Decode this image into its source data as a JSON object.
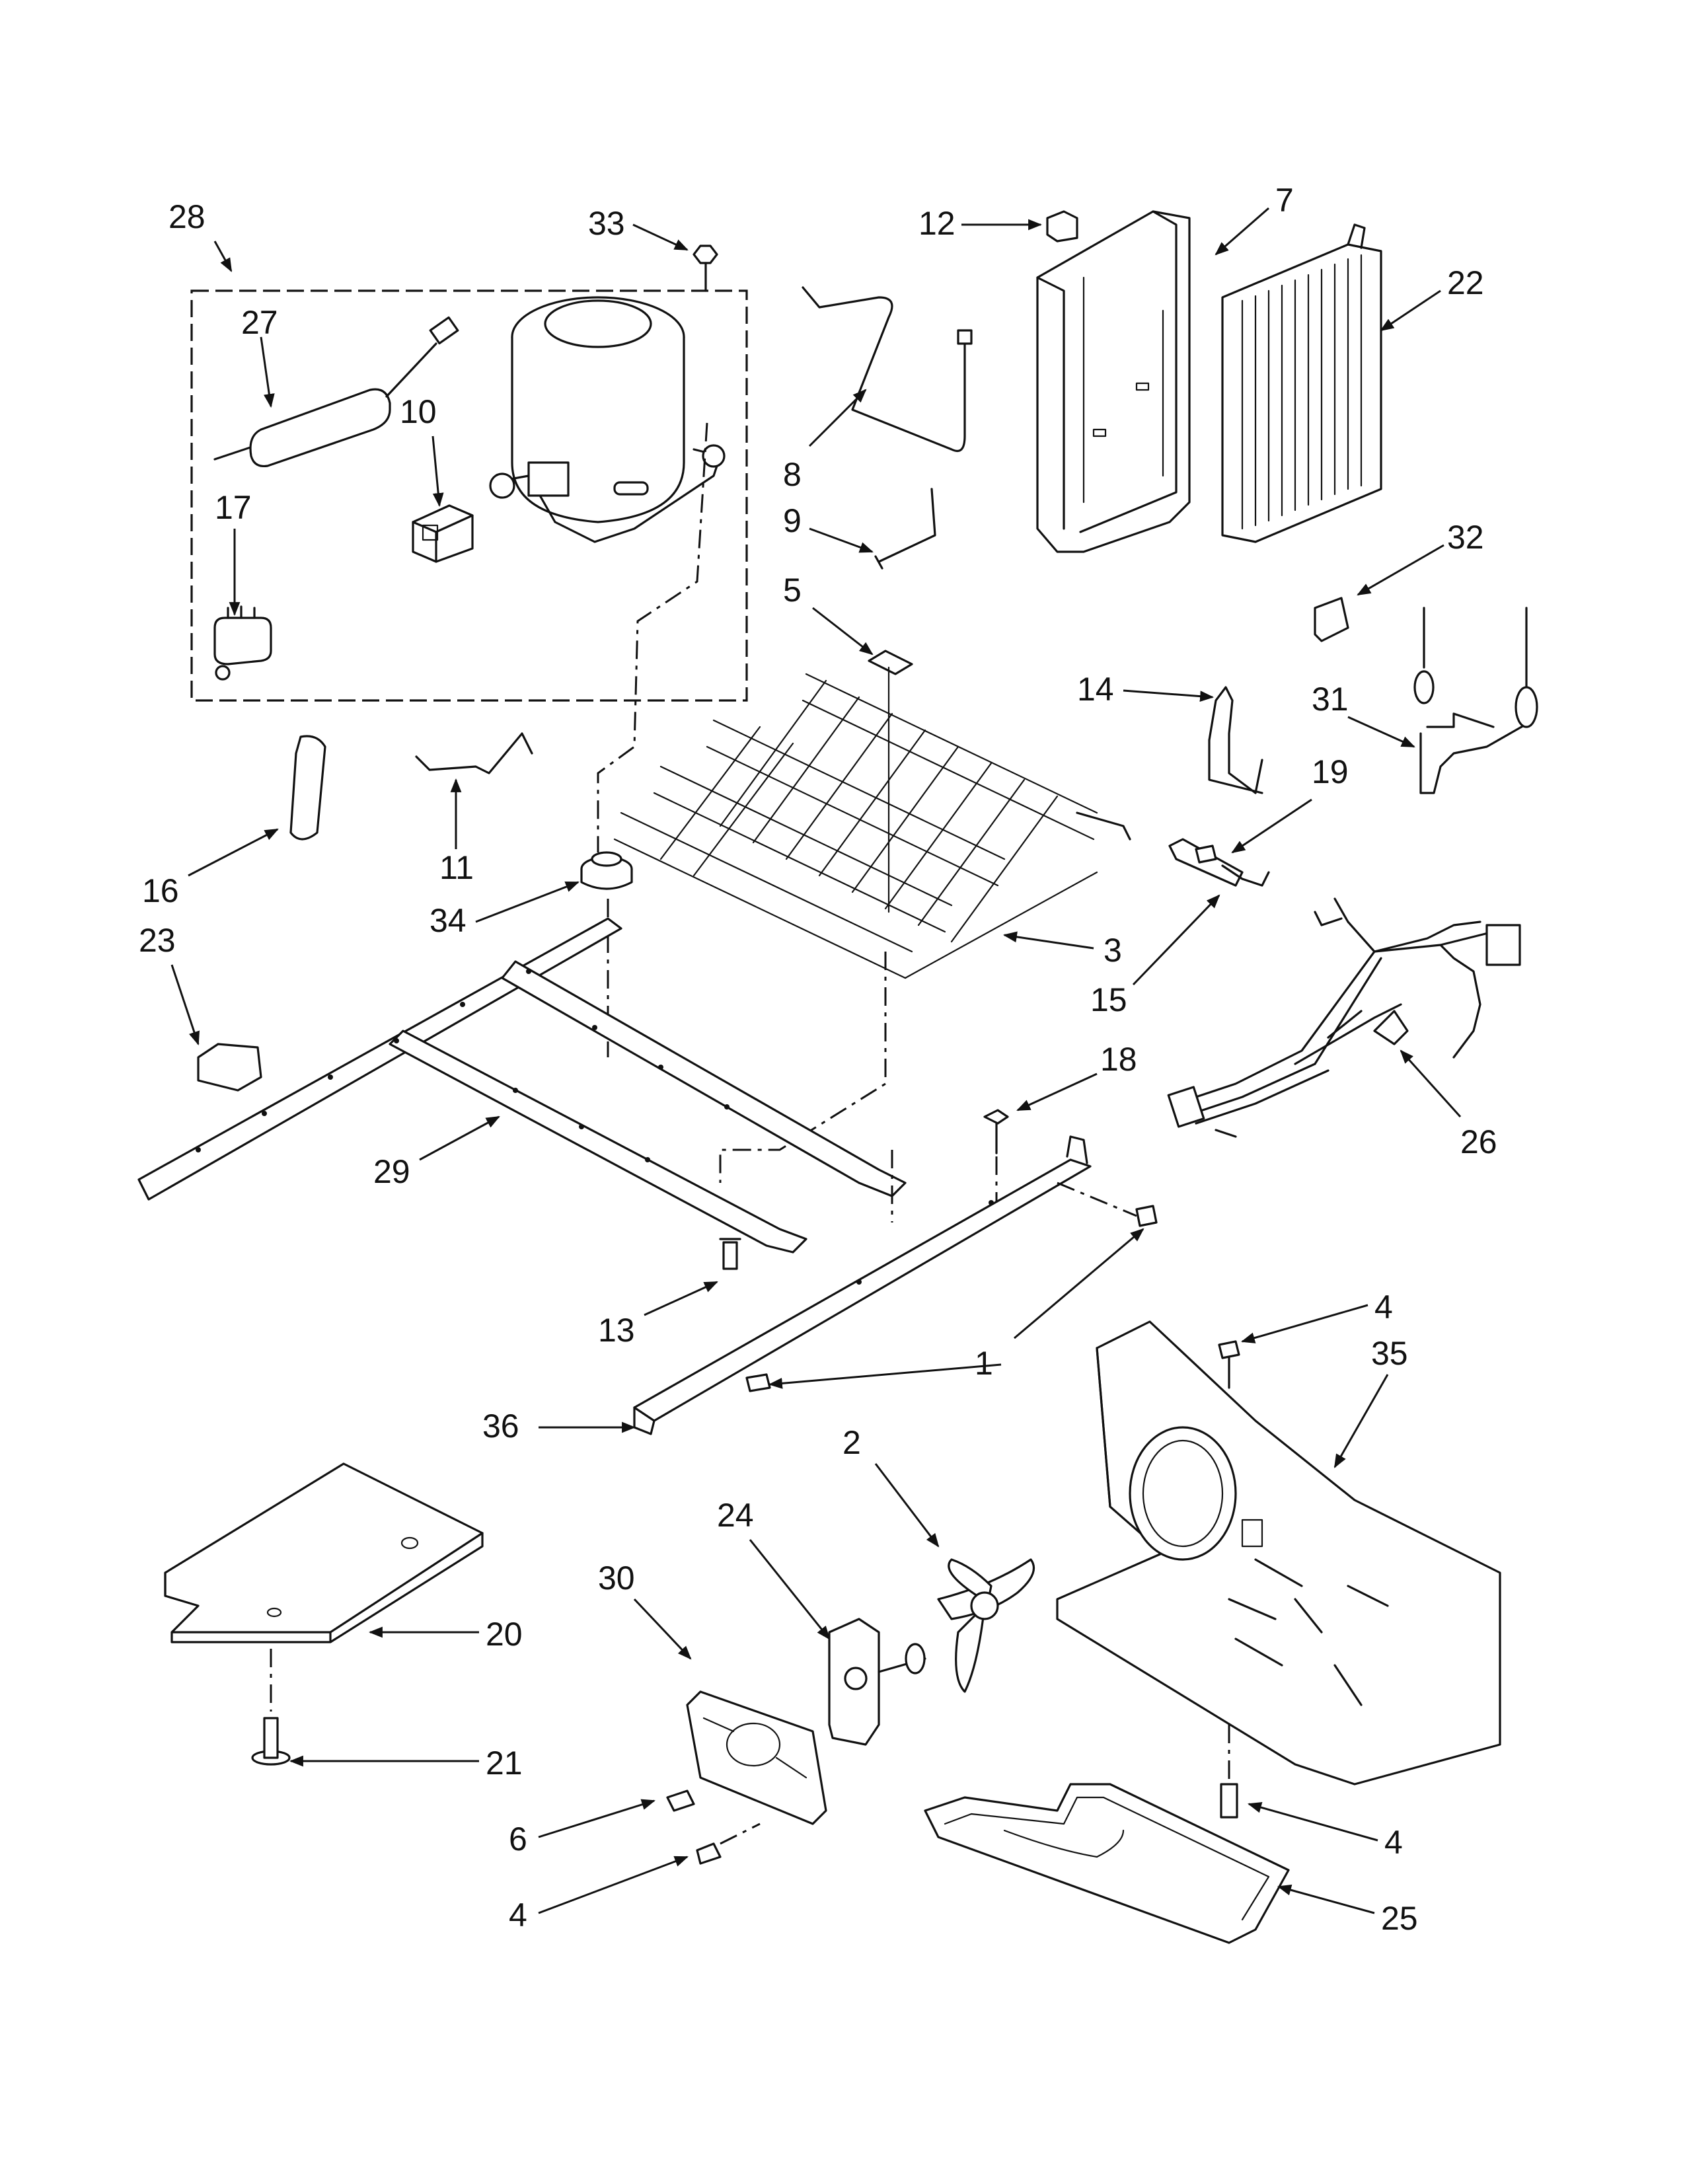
{
  "diagram": {
    "callouts": [
      "28",
      "33",
      "12",
      "7",
      "22",
      "27",
      "10",
      "17",
      "8",
      "9",
      "5",
      "32",
      "14",
      "31",
      "19",
      "16",
      "11",
      "34",
      "23",
      "3",
      "15",
      "18",
      "26",
      "29",
      "13",
      "1",
      "4",
      "35",
      "36",
      "2",
      "24",
      "30",
      "20",
      "21",
      "6",
      "25"
    ]
  }
}
